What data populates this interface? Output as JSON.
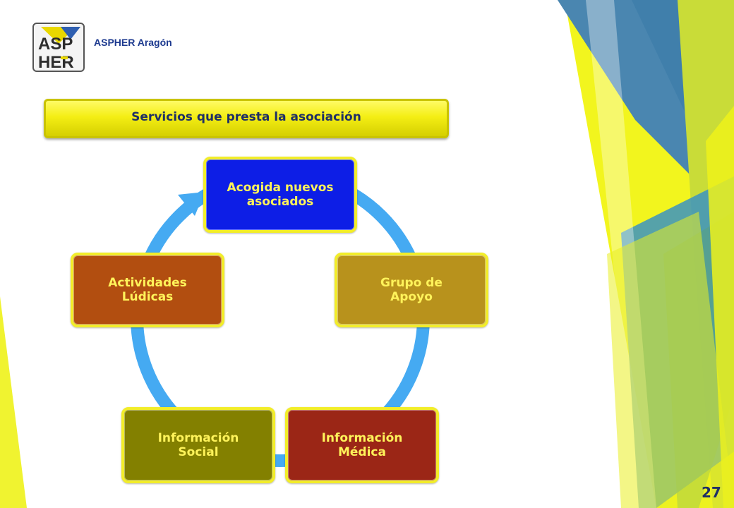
{
  "header": {
    "logo_text": "ASPHER",
    "org_name": "ASPHER Aragón"
  },
  "title": "Servicios que presta la asociación",
  "cycle": {
    "nodes": [
      {
        "line1": "Acogida nuevos",
        "line2": "asociados"
      },
      {
        "line1": "Grupo de",
        "line2": "Apoyo"
      },
      {
        "line1": "Información",
        "line2": "Médica"
      },
      {
        "line1": "Información",
        "line2": "Social"
      },
      {
        "line1": "Actividades",
        "line2": "Lúdicas"
      }
    ]
  },
  "page_number": "27"
}
